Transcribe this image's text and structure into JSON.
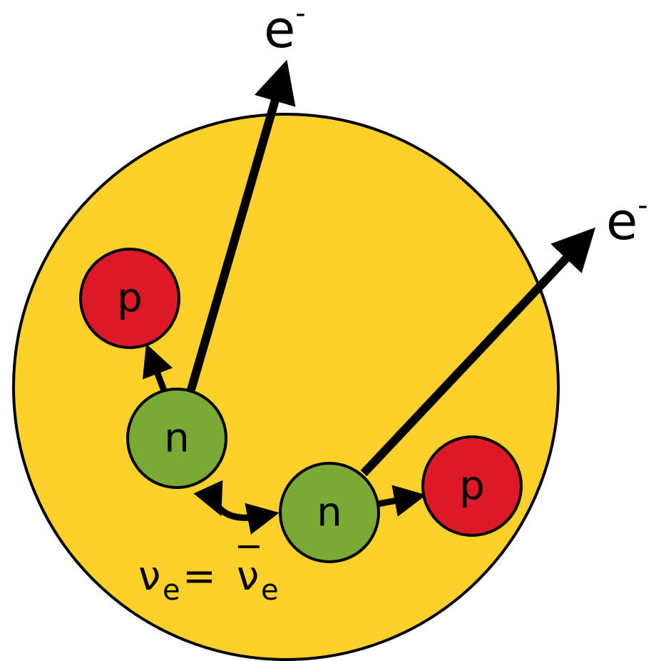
{
  "colors": {
    "nucleus": "#FDD12A",
    "proton": "#DD1827",
    "neutron": "#7AAA35",
    "outline": "#000000",
    "background": "#FFFFFF"
  },
  "particles": {
    "proton_label": "p",
    "neutron_label": "n",
    "electron_label": "e",
    "electron_charge": "-"
  },
  "relation": {
    "neutrino_symbol": "ν",
    "neutrino_subscript": "e",
    "equals": "=",
    "antineutrino_symbol": "ν",
    "antineutrino_subscript": "e"
  }
}
